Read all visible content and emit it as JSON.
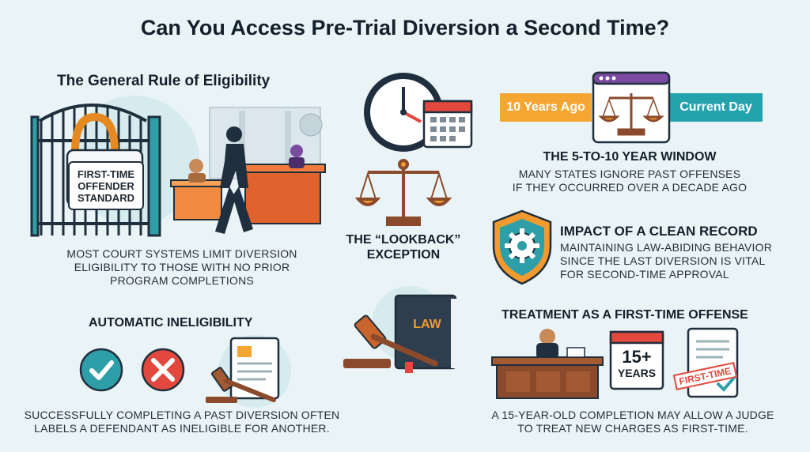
{
  "title": "Can You Access Pre-Trial Diversion a Second Time?",
  "general_rule": {
    "heading": "The General Rule of Eligibility",
    "sign_line1": "FIRST-TIME",
    "sign_line2": "OFFENDER",
    "sign_line3": "STANDARD",
    "caption_line1": "MOST COURT SYSTEMS LIMIT DIVERSION",
    "caption_line2": "ELIGIBILITY TO THOSE WITH NO PRIOR",
    "caption_line3": "PROGRAM COMPLETIONS"
  },
  "lookback": {
    "label_line1": "THE “LOOKBACK”",
    "label_line2": "EXCEPTION"
  },
  "window": {
    "left_tag": "10 Years Ago",
    "right_tag": "Current Day",
    "heading": "THE 5-TO-10 YEAR WINDOW",
    "caption_line1": "MANY STATES IGNORE PAST OFFENSES",
    "caption_line2": "IF THEY OCCURRED OVER A DECADE AGO"
  },
  "clean_record": {
    "heading": "IMPACT OF A CLEAN RECORD",
    "caption_line1": "MAINTAINING LAW-ABIDING BEHAVIOR",
    "caption_line2": "SINCE THE LAST DIVERSION IS VITAL",
    "caption_line3": "FOR SECOND-TIME APPROVAL"
  },
  "ineligibility": {
    "heading": "AUTOMATIC INELIGIBILITY",
    "caption_line1": "SUCCESSFULLY COMPLETING A PAST DIVERSION OFTEN",
    "caption_line2": "LABELS A DEFENDANT AS INELIGIBLE FOR ANOTHER."
  },
  "law_book": {
    "label": "LAW"
  },
  "first_time": {
    "heading": "TREATMENT AS A FIRST-TIME OFFENSE",
    "calendar_number": "15+",
    "calendar_unit": "YEARS",
    "stamp": "FIRST-TIME",
    "caption_line1": "A 15-YEAR-OLD COMPLETION MAY ALLOW A JUDGE",
    "caption_line2": "TO TREAT NEW CHARGES AS FIRST-TIME."
  },
  "colors": {
    "teal": "#2e9fa8",
    "orange": "#f29a2e",
    "red": "#e2483d",
    "navy": "#1f2f3d",
    "brown": "#8b4a2b",
    "bar_teal": "#24a3ad",
    "bar_orange": "#f5a531"
  }
}
